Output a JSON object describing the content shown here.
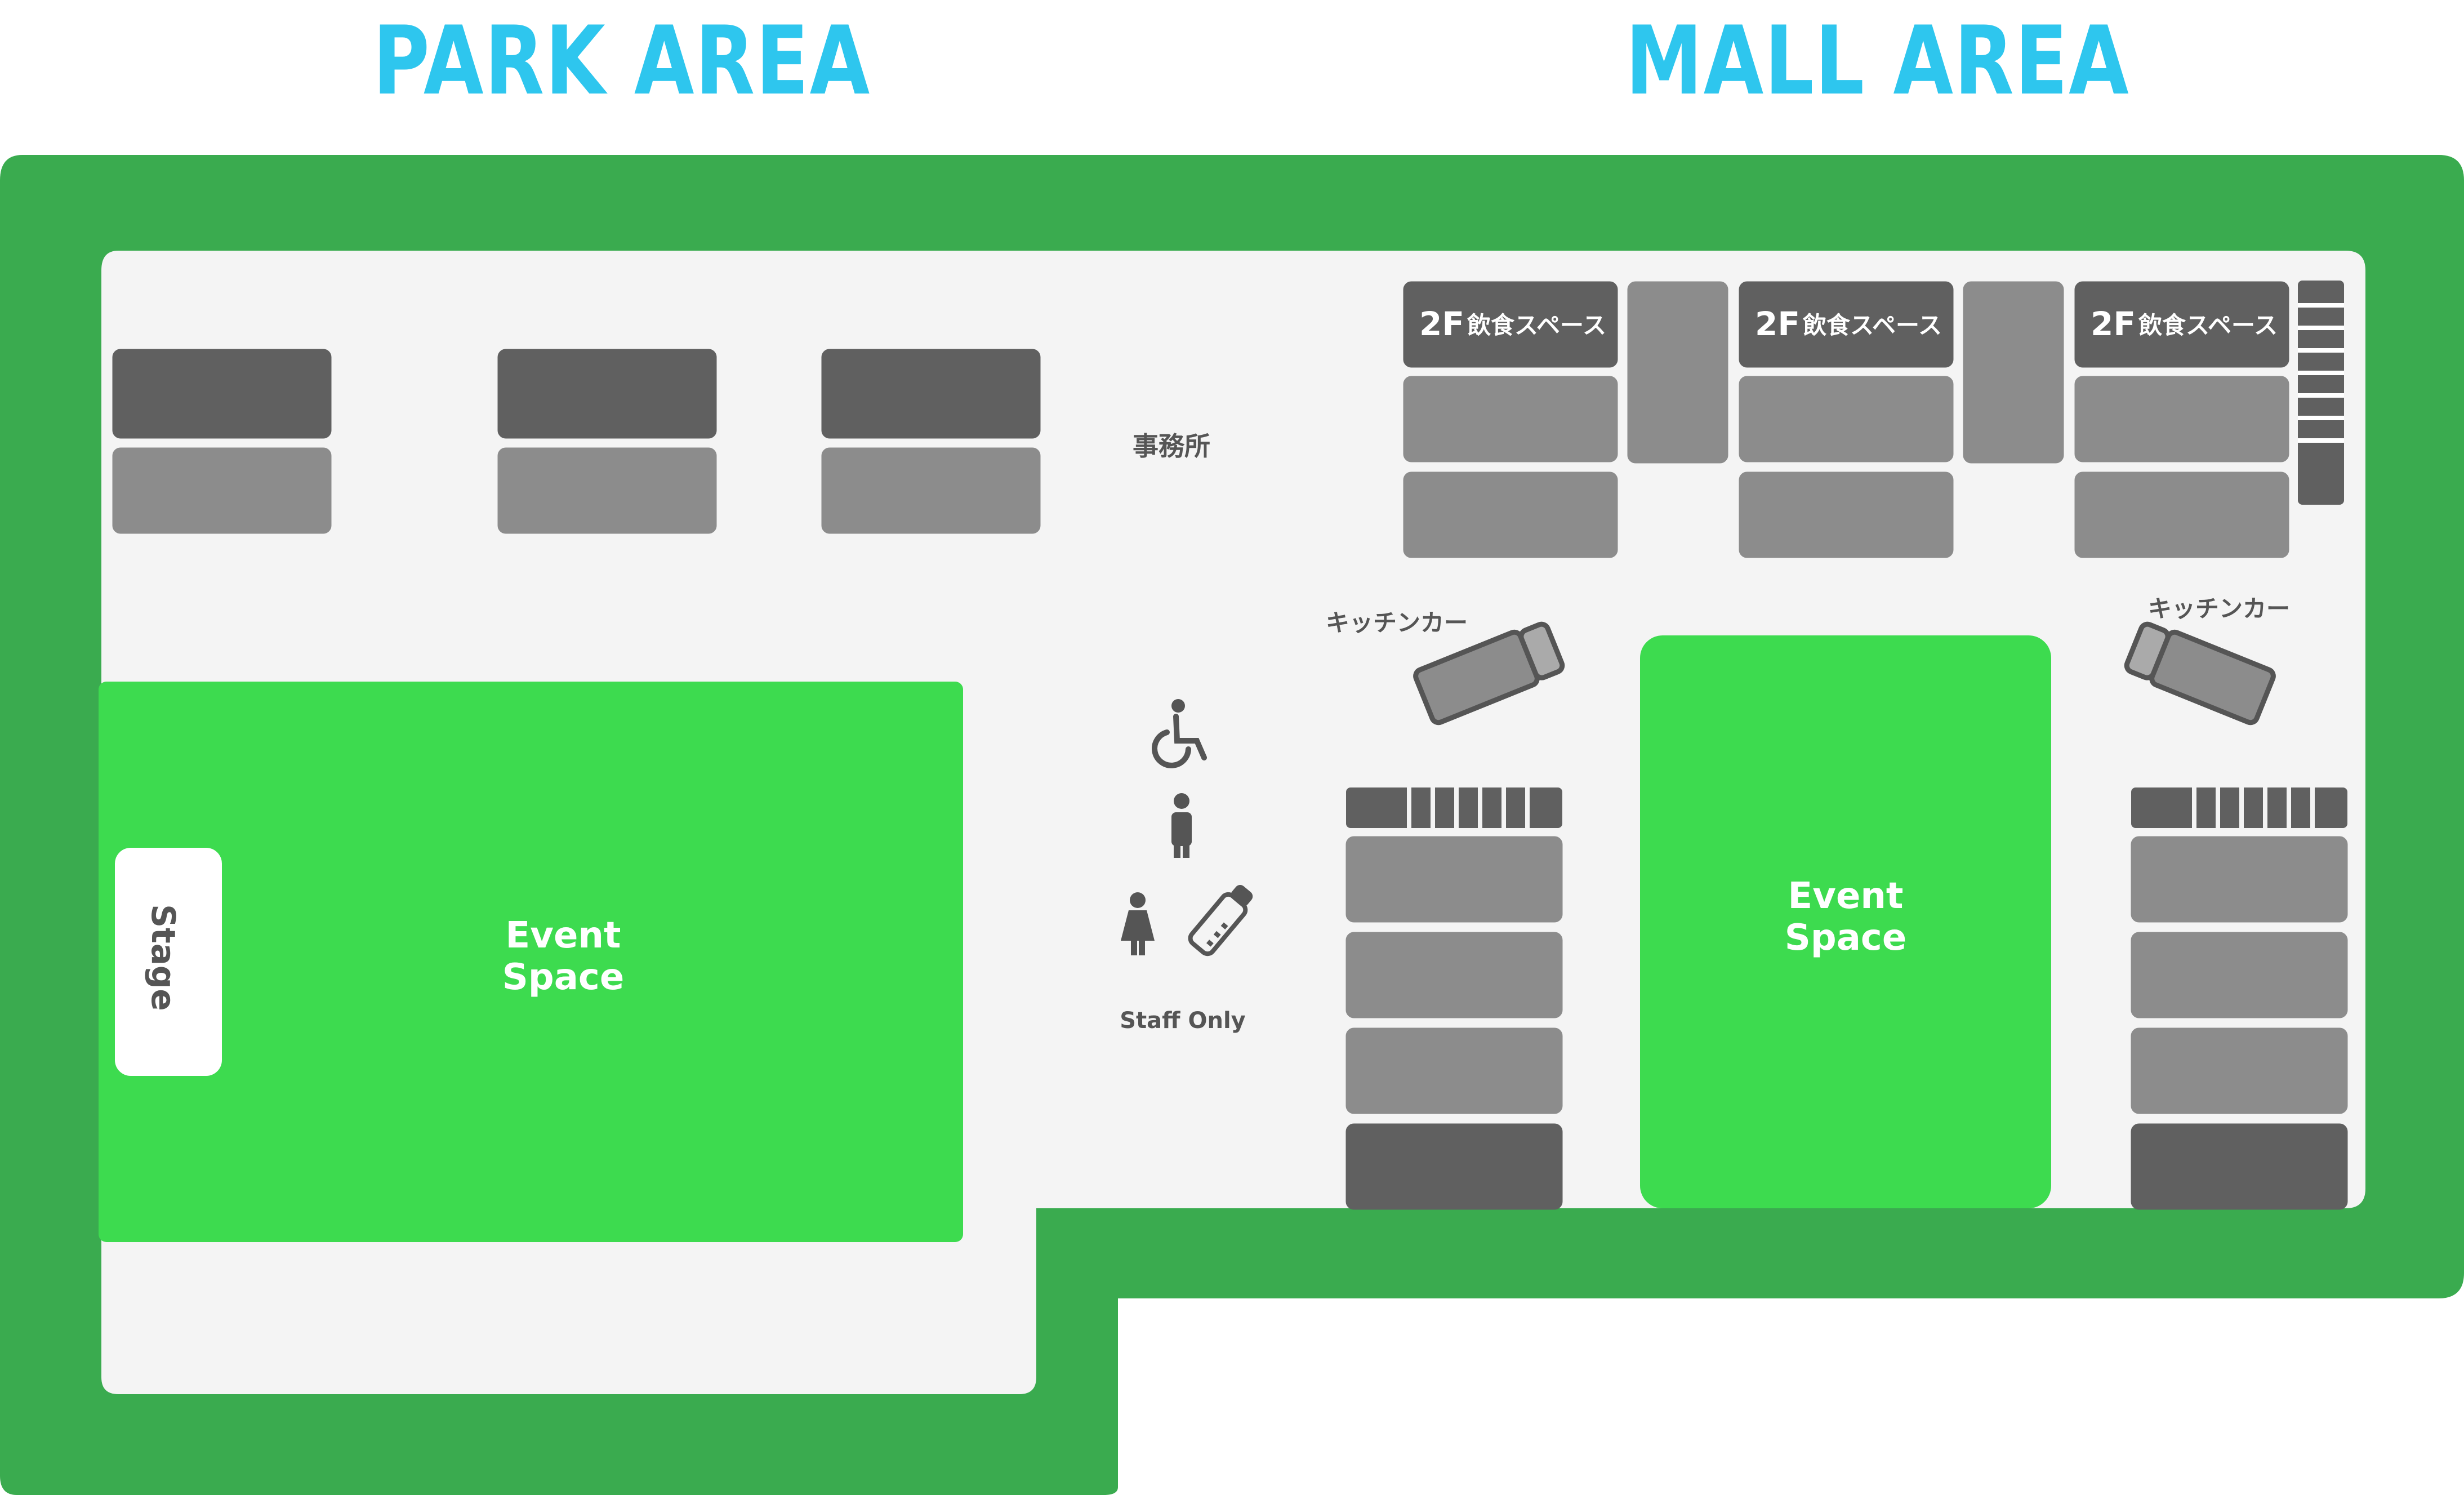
{
  "titles": {
    "park": "PARK AREA",
    "mall": "MALL AREA"
  },
  "labels": {
    "event_space_line1": "Event",
    "event_space_line2": "Space",
    "stage": "Stage",
    "office": "事務所",
    "staff_only": "Staff Only",
    "kitchen_car": "キッチンカー",
    "dining_2f_num": "2F",
    "dining_2f_text": "飲食スペース"
  },
  "icons": [
    "wheelchair-icon",
    "male-restroom-icon",
    "female-restroom-icon",
    "baby-bottle-icon"
  ],
  "colors": {
    "title": "#2ec6ee",
    "border": "#3aab4f",
    "event_space": "#3ddb4f",
    "booth_dark": "#606060",
    "booth_light": "#8c8c8c",
    "floor": "#f4f4f4"
  }
}
